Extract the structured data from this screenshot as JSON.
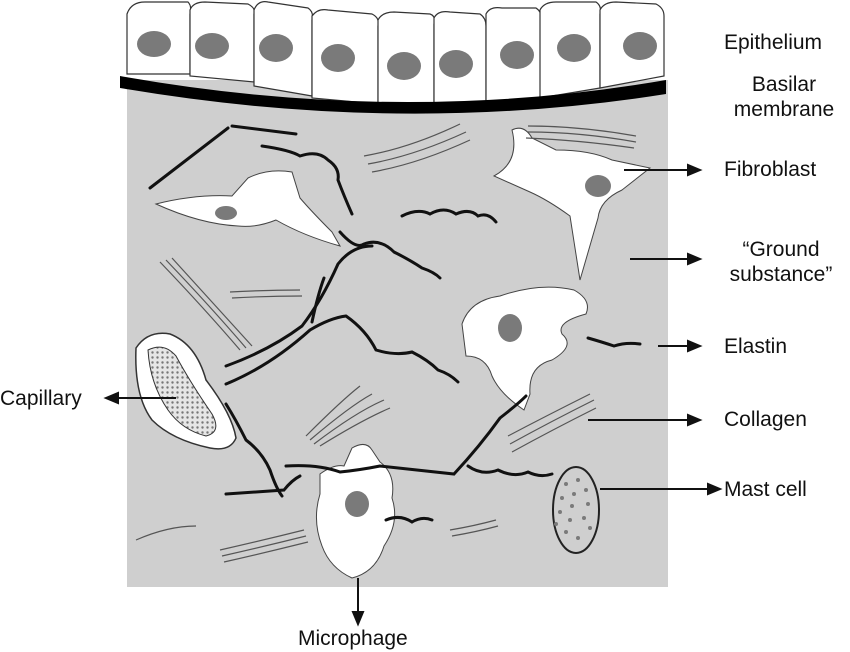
{
  "labels": {
    "epithelium": "Epithelium",
    "basilar_membrane_line1": "Basilar",
    "basilar_membrane_line2": "membrane",
    "fibroblast": "Fibroblast",
    "ground_substance_line1": "“Ground",
    "ground_substance_line2": "substance”",
    "elastin": "Elastin",
    "collagen": "Collagen",
    "mast_cell": "Mast cell",
    "capillary": "Capillary",
    "microphage": "Microphage"
  },
  "colors": {
    "ground_substance_fill": "#cfcfcf",
    "membrane": "#000000",
    "cell_fill": "#ffffff",
    "nucleus": "#7a7a7a",
    "fiber": "#111111",
    "collagen": "#555555"
  }
}
